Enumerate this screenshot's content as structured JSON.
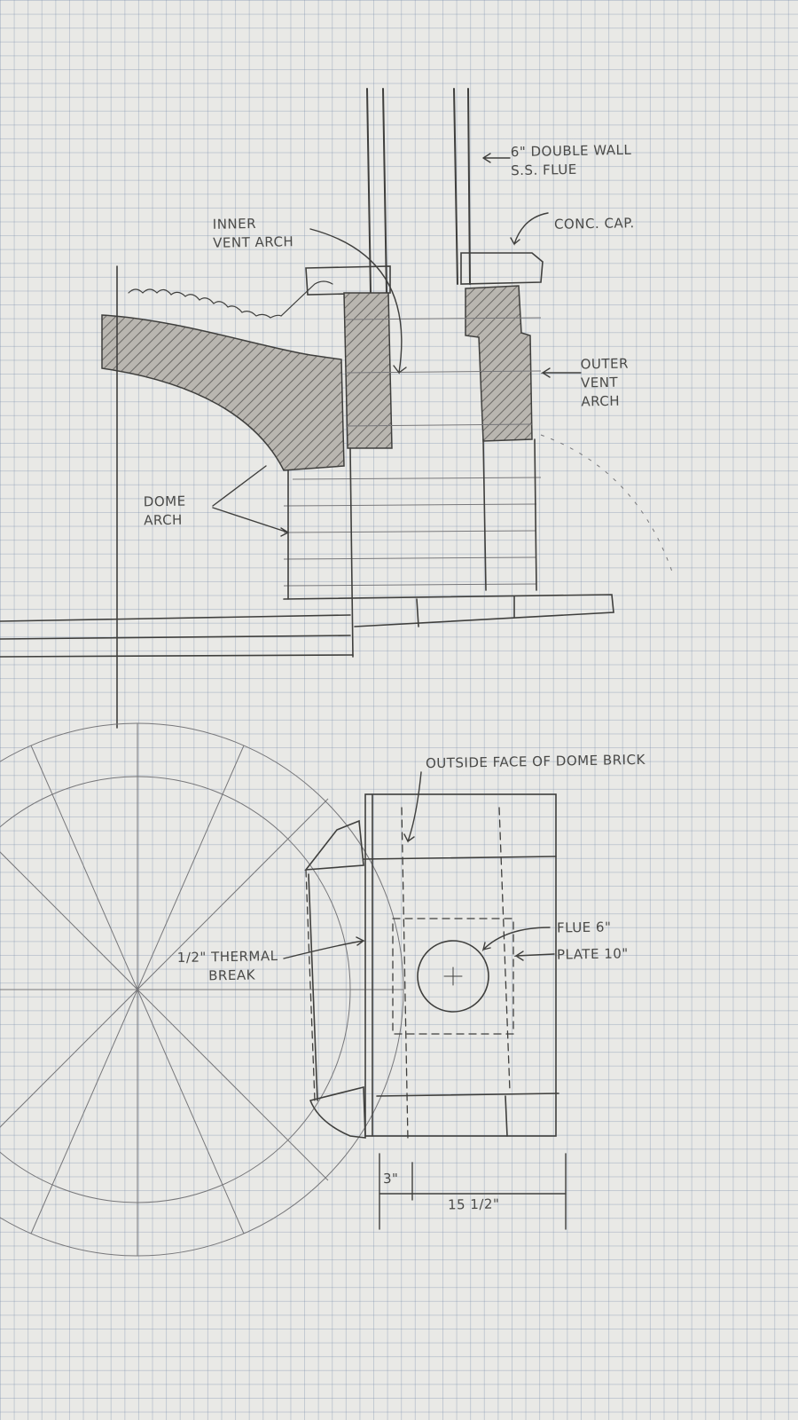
{
  "sketch": {
    "labels": {
      "flue": "6\" DOUBLE WALL",
      "flue_line2": "S.S. FLUE",
      "cap": "CONC. CAP.",
      "inner_arch": "INNER",
      "inner_arch_line2": "VENT ARCH",
      "outer_arch": "OUTER",
      "outer_arch_line2": "VENT",
      "outer_arch_line3": "ARCH",
      "dome_arch": "DOME",
      "dome_arch_line2": "ARCH",
      "outside_face": "OUTSIDE FACE OF DOME BRICK",
      "flue_plan": "FLUE 6\"",
      "plate": "PLATE 10\"",
      "thermal": "1/2\" THERMAL",
      "thermal_line2": "BREAK",
      "dim_3": "3\"",
      "dim_15": "15 1/2\""
    },
    "colors": {
      "paper": "#e9e9e6",
      "grid": "#8c9bb0",
      "pencil": "#3f3f3d"
    }
  }
}
